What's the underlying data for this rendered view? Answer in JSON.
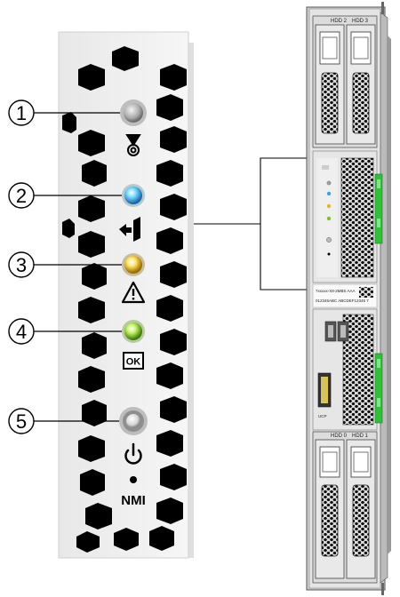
{
  "callouts": [
    {
      "number": "1",
      "led_color": "#a9a9a9"
    },
    {
      "number": "2",
      "led_color": "#36aee6"
    },
    {
      "number": "3",
      "led_color": "#e0b81a"
    },
    {
      "number": "4",
      "led_color": "#7dc41f"
    },
    {
      "number": "5",
      "led_color": "#cfcfcf"
    }
  ],
  "panel": {
    "ok_label": "OK",
    "nmi_label": "NMI"
  },
  "blade": {
    "hdd_top_left": "HDD 2",
    "hdd_top_right": "HDD 3",
    "hdd_bottom_left": "HDD 0",
    "hdd_bottom_right": "HDD 1",
    "serial_line_1": "7xxxxx-X8-2MBS  AAA",
    "serial_line_2": "012345ABC  ABCDEF12345  7",
    "ucp_label": "UCP"
  },
  "colors": {
    "panel_bg": "#efefef",
    "hex_fill": "#000000",
    "latch_green": "#2fbf3a"
  },
  "icons": [
    "locate-icon",
    "service-action-icon",
    "fault-warning-icon",
    "ok-icon",
    "power-icon",
    "nmi-pinhole-icon"
  ]
}
